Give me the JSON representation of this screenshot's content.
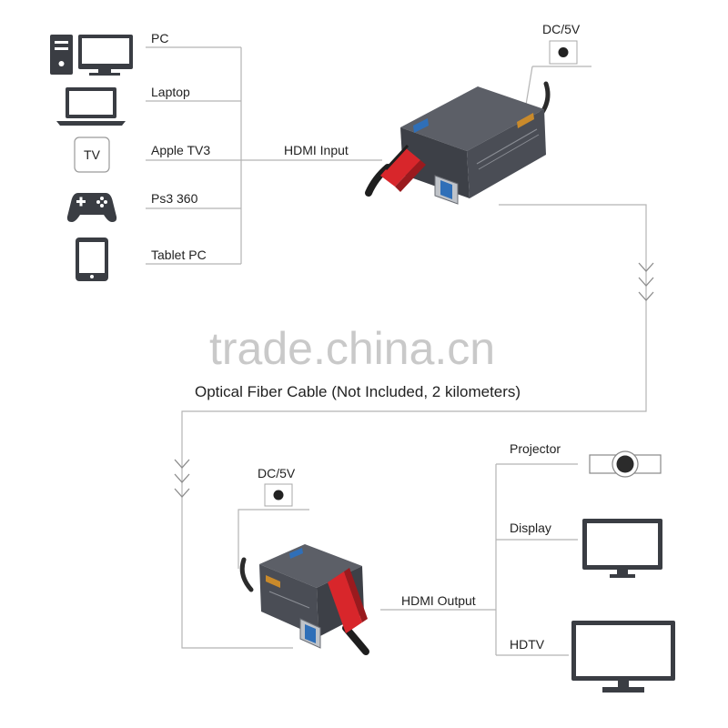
{
  "sources": [
    {
      "label": "PC",
      "icon": "desktop-pc-icon"
    },
    {
      "label": "Laptop",
      "icon": "laptop-icon"
    },
    {
      "label": "Apple TV3",
      "icon": "tv-box-icon",
      "badge": "TV"
    },
    {
      "label": "Ps3 360",
      "icon": "gamepad-icon"
    },
    {
      "label": "Tablet PC",
      "icon": "tablet-icon"
    }
  ],
  "hdmi_input_label": "HDMI Input",
  "hdmi_output_label": "HDMI Output",
  "power_top": "DC/5V",
  "power_bottom": "DC/5V",
  "watermark": "trade.china.cn",
  "fiber_caption": "Optical Fiber Cable (Not Included,  2 kilometers)",
  "outputs": [
    {
      "label": "Projector",
      "icon": "projector-icon"
    },
    {
      "label": "Display",
      "icon": "monitor-icon"
    },
    {
      "label": "HDTV",
      "icon": "hdtv-icon"
    }
  ],
  "colors": {
    "line": "#b4b4b4",
    "device_body": "#4a4d55",
    "hdmi_red": "#d8262b",
    "badge_blue": "#2f6fb8"
  }
}
